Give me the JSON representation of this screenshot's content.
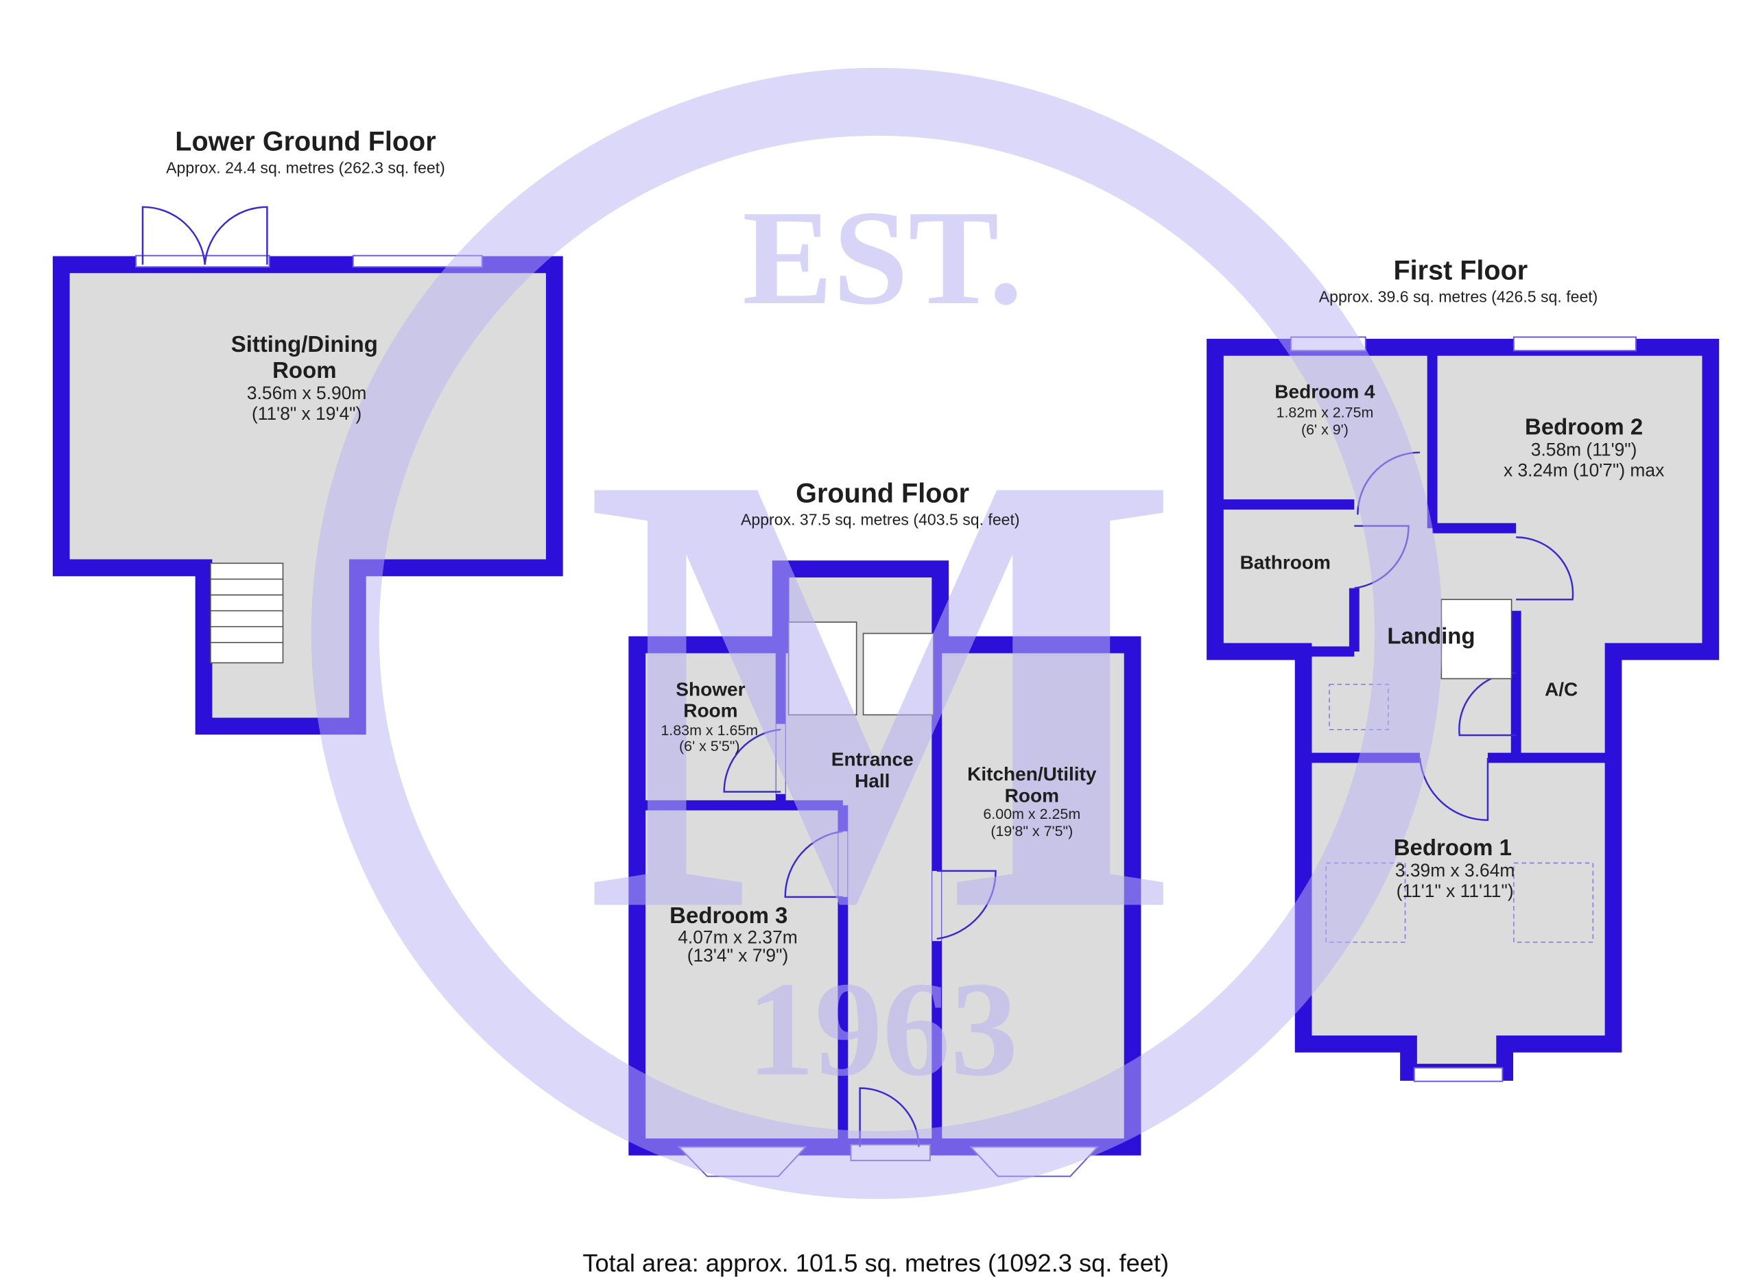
{
  "floors": {
    "lower_ground": {
      "title": "Lower Ground Floor",
      "area": "Approx. 24.4 sq. metres (262.3 sq. feet)",
      "rooms": [
        {
          "name_line1": "Sitting/Dining",
          "name_line2": "Room",
          "dim_metric": "3.56m x 5.90m",
          "dim_imperial": "(11'8\" x 19'4\")"
        }
      ]
    },
    "ground": {
      "title": "Ground Floor",
      "area": "Approx. 37.5 sq. metres (403.5 sq. feet)",
      "rooms": [
        {
          "name_line1": "Shower",
          "name_line2": "Room",
          "dim_metric": "1.83m x 1.65m",
          "dim_imperial": "(6' x 5'5\")"
        },
        {
          "name_line1": "Entrance",
          "name_line2": "Hall"
        },
        {
          "name_line1": "Kitchen/Utility",
          "name_line2": "Room",
          "dim_metric": "6.00m x 2.25m",
          "dim_imperial": "(19'8\" x 7'5\")"
        },
        {
          "name_line1": "Bedroom 3",
          "dim_metric": "4.07m x 2.37m",
          "dim_imperial": "(13'4\" x 7'9\")"
        }
      ]
    },
    "first": {
      "title": "First Floor",
      "area": "Approx. 39.6 sq. metres (426.5 sq. feet)",
      "rooms": [
        {
          "name_line1": "Bedroom 4",
          "dim_metric": "1.82m x 2.75m",
          "dim_imperial": "(6' x 9')"
        },
        {
          "name_line1": "Bedroom 2",
          "dim_metric": "3.58m (11'9\")",
          "dim_imperial": "x 3.24m (10'7\") max"
        },
        {
          "name_line1": "Bathroom"
        },
        {
          "name_line1": "Landing"
        },
        {
          "name_line1": "A/C"
        },
        {
          "name_line1": "Bedroom 1",
          "dim_metric": "3.39m x 3.64m",
          "dim_imperial": "(11'1\" x 11'11\")"
        }
      ]
    }
  },
  "total_area": "Total area: approx. 101.5 sq. metres (1092.3 sq. feet)",
  "watermark": {
    "top": "EST.",
    "letter": "M",
    "year": "1963"
  },
  "colors": {
    "wall": "#2c0fd9",
    "floor": "#dcdcdc",
    "watermark": "#b9b2f3"
  }
}
